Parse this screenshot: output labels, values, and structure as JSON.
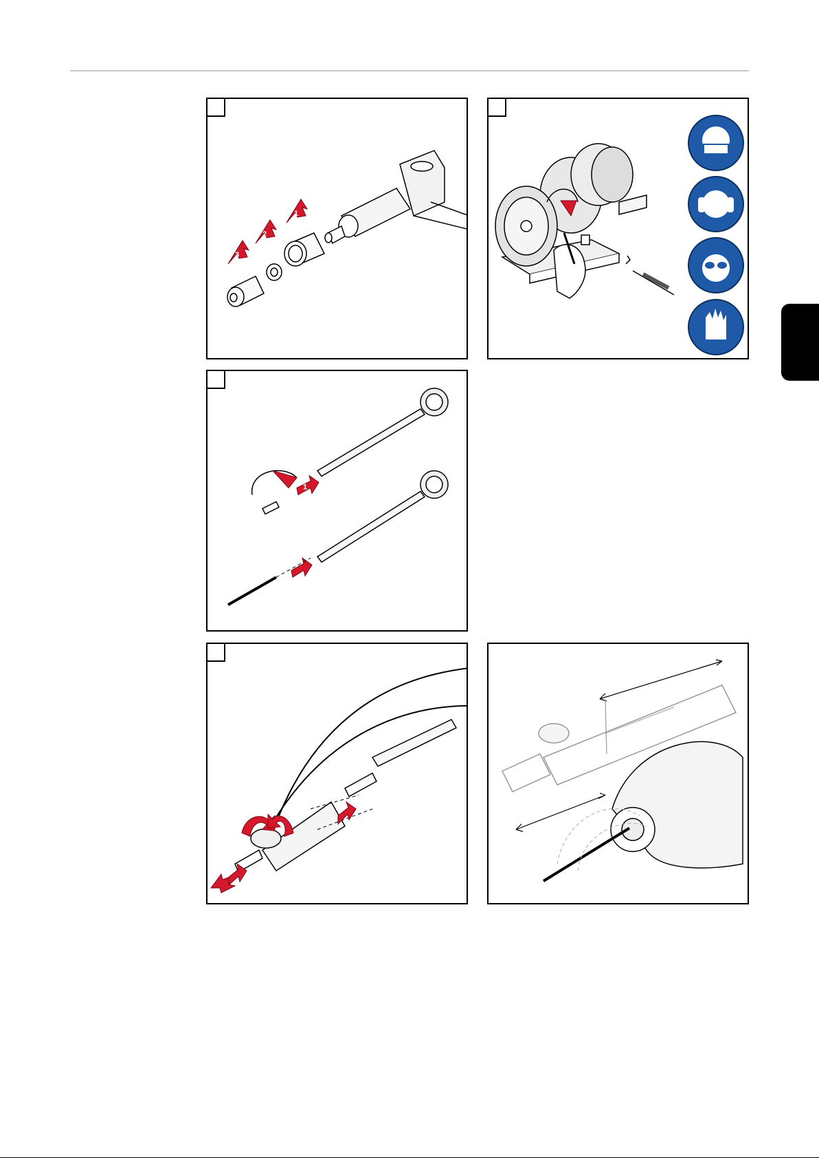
{
  "panels": [
    {
      "id": "disassemble-torch-cap",
      "step": "",
      "arrow_labels": [
        "1",
        "2",
        "3"
      ]
    },
    {
      "id": "grind-electrode",
      "step": "",
      "ppe_icons": [
        "dust-mask-icon",
        "ear-protection-icon",
        "safety-goggles-icon",
        "protective-gloves-icon"
      ]
    },
    {
      "id": "insert-electrode",
      "step": "",
      "arrow_labels": [
        "1"
      ]
    },
    {
      "id": "adjust-electrode-gauge",
      "step": ""
    },
    {
      "id": "electrode-gauge-detail"
    }
  ],
  "colors": {
    "accent_red": "#d6182d",
    "ppe_blue": "#1e5aa8",
    "line": "#000000",
    "shade": "#e6e6e6"
  },
  "page_number": ""
}
